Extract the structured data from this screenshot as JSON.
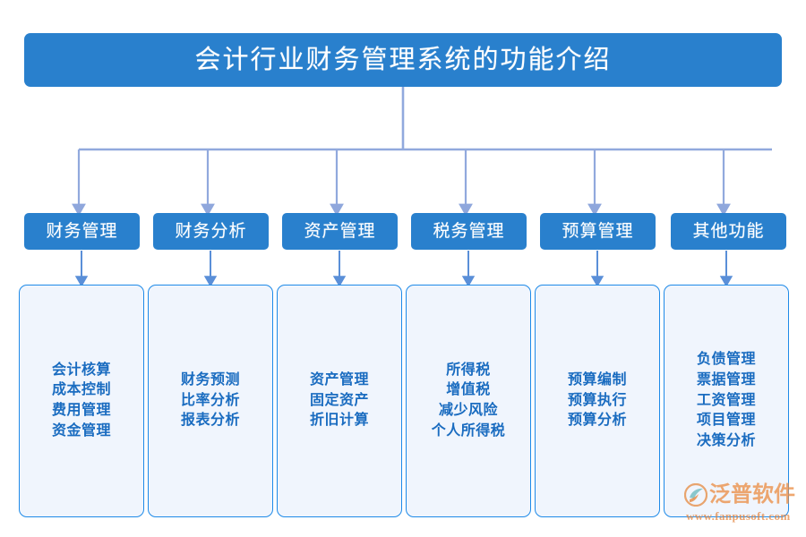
{
  "diagram": {
    "title": "会计行业财务管理系统的功能介绍",
    "type": "org-tree",
    "colors": {
      "header_fill": "#2980cd",
      "header_text": "#ffffff",
      "box_fill": "#f0f5fd",
      "box_border": "#1e8ae8",
      "box_text": "#1a6cc0",
      "connector": "#91a9dd",
      "arrow": "#5a8fd8"
    },
    "columns": [
      {
        "key": "financial-management",
        "header": "财务管理",
        "items": [
          "会计核算",
          "成本控制",
          "费用管理",
          "资金管理"
        ]
      },
      {
        "key": "financial-analysis",
        "header": "财务分析",
        "items": [
          "财务预测",
          "比率分析",
          "报表分析"
        ]
      },
      {
        "key": "asset-management",
        "header": "资产管理",
        "items": [
          "资产管理",
          "固定资产",
          "折旧计算"
        ]
      },
      {
        "key": "tax-management",
        "header": "税务管理",
        "items": [
          "所得税",
          "增值税",
          "减少风险",
          "个人所得税"
        ]
      },
      {
        "key": "budget-management",
        "header": "预算管理",
        "items": [
          "预算编制",
          "预算执行",
          "预算分析"
        ]
      },
      {
        "key": "other-functions",
        "header": "其他功能",
        "items": [
          "负债管理",
          "票据管理",
          "工资管理",
          "项目管理",
          "决策分析"
        ]
      }
    ]
  },
  "watermark": {
    "brand": "泛普软件",
    "url": "www.fanpusoft.com"
  }
}
